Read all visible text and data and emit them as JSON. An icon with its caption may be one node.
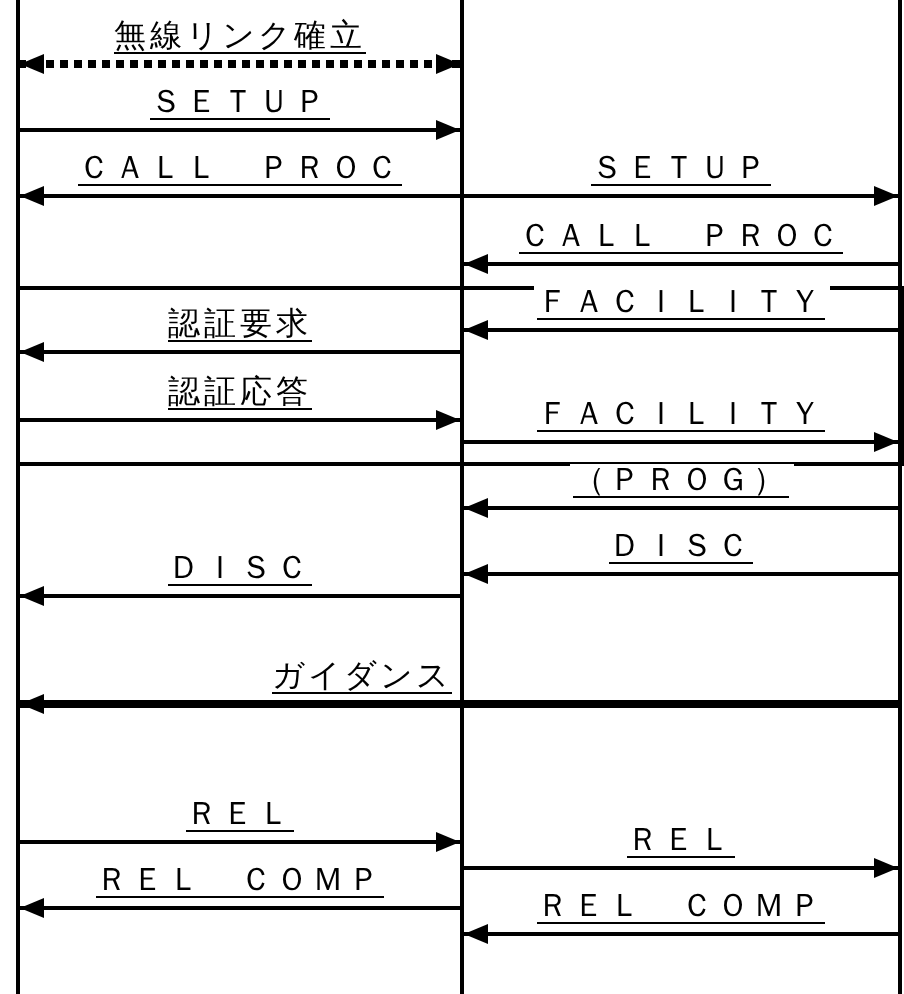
{
  "diagram": {
    "nodes": [
      {
        "text": [],
        "shape": "bar"
      },
      {
        "text": [],
        "shape": "bar"
      },
      {
        "text": [],
        "shape": "bar"
      }
    ],
    "edges": [
      {
        "from": 1,
        "to": 0,
        "arrow": "both",
        "style": "dashed",
        "label": "無線リンク確立"
      },
      {
        "from": 0,
        "to": 1,
        "arrow": "to",
        "label": "ＳＥＴＵＰ"
      },
      {
        "from": 1,
        "to": 0,
        "arrow": "to",
        "label": "ＣＡＬＬ　ＰＲＯＣ"
      },
      {
        "from": 1,
        "to": 2,
        "arrow": "to",
        "label": "ＳＥＴＵＰ"
      },
      {
        "from": 2,
        "to": 1,
        "arrow": "to",
        "label": "ＣＡＬＬ　ＰＲＯＣ"
      },
      {
        "from": 2,
        "to": 1,
        "arrow": "to",
        "label": "ＦＡＣＩＬＩＴＹ"
      },
      {
        "from": 1,
        "to": 0,
        "arrow": "to",
        "label": "認証要求"
      },
      {
        "from": 0,
        "to": 1,
        "arrow": "to",
        "label": "認証応答"
      },
      {
        "from": 1,
        "to": 2,
        "arrow": "to",
        "label": "ＦＡＣＩＬＩＴＹ"
      },
      {
        "from": 2,
        "to": 1,
        "arrow": "to",
        "label": "（ＰＲＯＧ）"
      },
      {
        "from": 2,
        "to": 1,
        "arrow": "to",
        "label": "ＤＩＳＣ"
      },
      {
        "from": 1,
        "to": 0,
        "arrow": "to",
        "label": "ＤＩＳＣ"
      },
      {
        "from": 2,
        "to": 0,
        "arrow": "to",
        "style": "thick",
        "label": "ガイダンス"
      },
      {
        "from": 0,
        "to": 1,
        "arrow": "to",
        "label": "ＲＥＬ"
      },
      {
        "from": 1,
        "to": 2,
        "arrow": "to",
        "label": "ＲＥＬ"
      },
      {
        "from": 1,
        "to": 0,
        "arrow": "to",
        "label": "ＲＥＬ　ＣＯＭＰ"
      },
      {
        "from": 2,
        "to": 1,
        "arrow": "to",
        "label": "ＲＥＬ　ＣＯＭＰ"
      }
    ]
  }
}
